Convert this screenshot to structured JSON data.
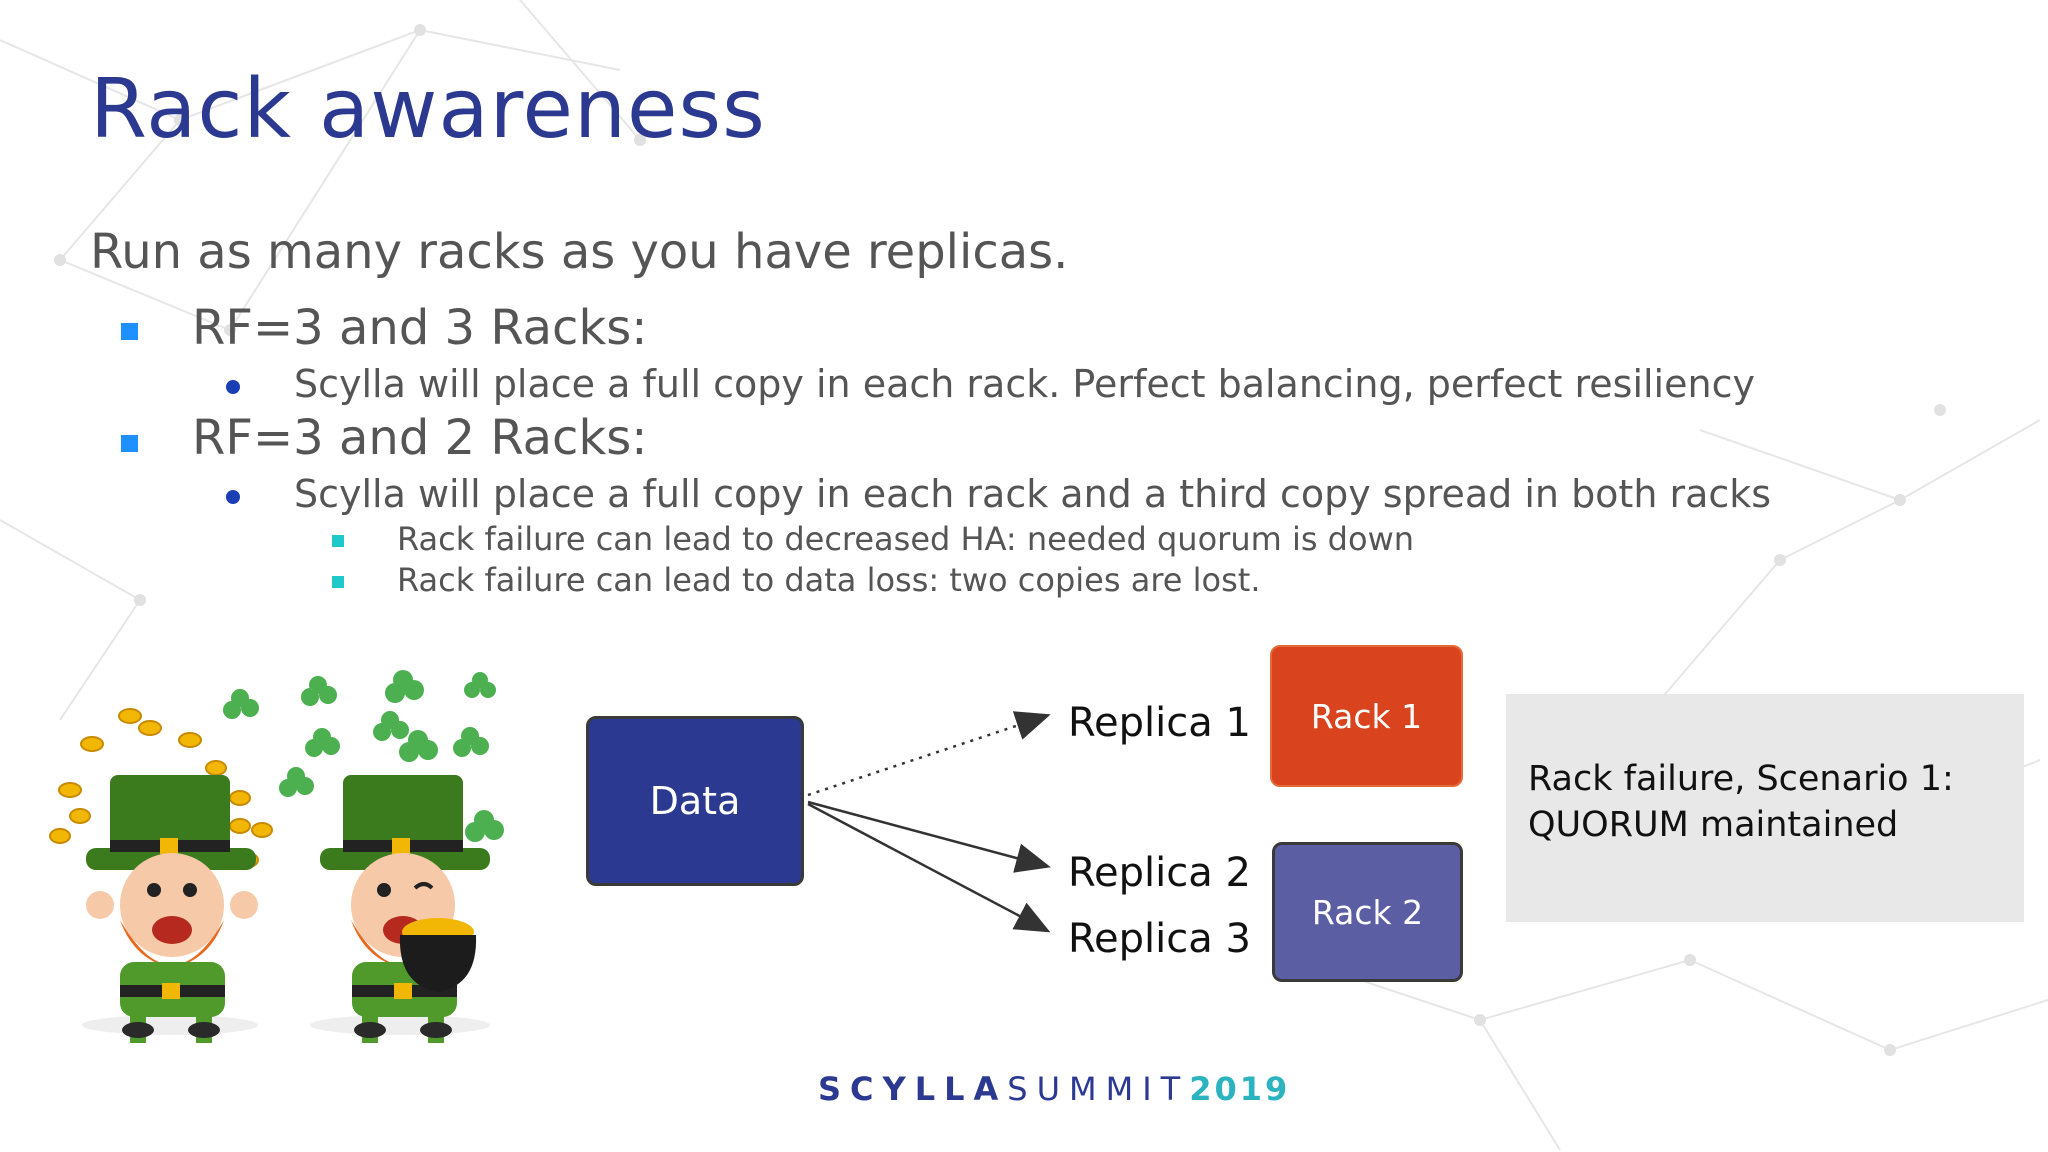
{
  "slide": {
    "title": "Rack awareness",
    "lead": "Run as many racks as you have replicas.",
    "bullets": [
      {
        "text": "RF=3 and 3 Racks:",
        "sub": [
          "Scylla will place a full copy in each rack. Perfect balancing, perfect resiliency"
        ]
      },
      {
        "text": "RF=3 and 2 Racks:",
        "sub": [
          "Scylla will place a full copy in each rack and a third copy spread in both racks"
        ],
        "subsub": [
          "Rack failure can lead to decreased HA: needed quorum is down",
          "Rack failure can lead to data loss: two copies are lost."
        ]
      }
    ]
  },
  "diagram": {
    "data_label": "Data",
    "replicas": [
      "Replica 1",
      "Replica 2",
      "Replica 3"
    ],
    "racks": [
      "Rack 1",
      "Rack 2"
    ],
    "note_line1": "Rack failure, Scenario 1:",
    "note_line2": "QUORUM maintained"
  },
  "footer": {
    "brand": "SCYLLA",
    "event": "SUMMIT",
    "year": "2019"
  },
  "colors": {
    "title": "#2b3990",
    "body_text": "#555555",
    "bullet_square": "#1e90ff",
    "bullet_dot": "#1a3fb5",
    "bullet_teal": "#1fc9c9",
    "data_box": "#2b3990",
    "rack1": "#d9441e",
    "rack2": "#5b5ea3",
    "note_bg": "#e8e8e8",
    "year": "#2bb3c0"
  },
  "icons": [
    "leprechaun-illustration",
    "shamrock-icon",
    "gold-coin-icon",
    "pot-of-gold-icon"
  ]
}
